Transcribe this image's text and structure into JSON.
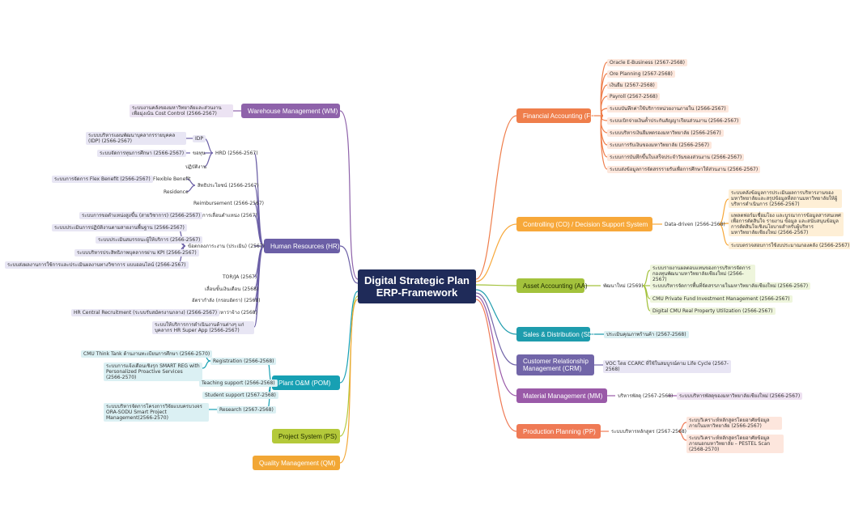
{
  "central": {
    "line1": "Digital Strategic Plan",
    "line2": "ERP-Framework"
  },
  "branches": {
    "fi": {
      "label": "Financial Accounting (FI)",
      "items": [
        "Oracle E-Business (2567-2568)",
        "Ore Planning (2567-2568)",
        "เงินยืม (2567-2568)",
        "Payroll (2567-2568)",
        "ระบบบันทึกค่าใช้บริการหน่วยงานภายใน (2566-2567)",
        "ระบบเบิกจ่ายเงินค้ำประกันสัญญาเรียนส่วนงาน (2566-2567)",
        "ระบบบริหารเงินยืมทดรองมหาวิทยาลัย (2566-2567)",
        "ระบบการรับเงินของมหาวิทยาลัย (2566-2567)",
        "ระบบการบันทึกขึ้นใบเสร็จประจำวันของส่วนงาน (2566-2567)",
        "ระบบส่งข้อมูลการจัดสรรรายรับเพื่อการศึกษาให้ส่วนงาน (2566-2567)"
      ]
    },
    "co": {
      "label": "Controlling (CO) / Decision Support System",
      "sub": "Data-driven (2566-2568)",
      "items": [
        "ระบบคลังข้อมูลการประเมินผลการบริหารงานของมหาวิทยาลัยและสรุปข้อมูลที่สถานมหาวิทยาลัยให้ผู้บริหารดำเนินการ (2566-2567)",
        "แพลตฟอร์มเชื่อมโยง และบูรณาการข้อมูลสารสนเทศเพื่อการตัดสินใจ รายงาน ข้อมูล และสนับสนุนข้อมูลการตัดสินใจเชิงนโยบายสำหรับผู้บริหาร มหาวิทยาลัยเชียงใหม่ (2566-2567)",
        "ระบบตรวจสอบการใช้งบประมาณกองคลัง (2566-2567)"
      ]
    },
    "aa": {
      "label": "Asset Accounting (AA)",
      "sub": "พัฒนาใหม่ (2569)",
      "items": [
        "ระบบรายงานผลตอบแทนของการบริหารจัดการกองทุนพัฒนามหาวิทยาลัยเชียงใหม่ (2566-2567)",
        "ระบบบริหารจัดการพื้นที่จัดสรรภายในมหาวิทยาลัยเชียงใหม่ (2566-2567)",
        "CMU Private Fund Investment Management (2566-2567)",
        "Digital CMU Real Property Utilization (2566-2567)"
      ]
    },
    "sd": {
      "label": "Sales & Distribution (SD)",
      "sub": "ประเมินคุณภาพร้านค้า (2567-2568)"
    },
    "crm": {
      "label1": "Customer Relationship",
      "label2": "Management (CRM)",
      "sub": "VOC โดย CCARC ที่ใช้ในสมบูรณ์ตาม Life Cycle (2567-2568)"
    },
    "mm": {
      "label": "Material Management (MM)",
      "sub": "บริหารพัสดุ (2567-2568)",
      "item": "ระบบบริหารพัสดุของมหาวิทยาลัยเชียงใหม่ (2566-2567)"
    },
    "pp": {
      "label": "Production Planning (PP)",
      "sub": "ระบบบริหารหลักสูตร (2567-2568)",
      "items": [
        "ระบบวิเคราะห์หลักสูตรโดยอาศัยข้อมูลภายในมหาวิทยาลัย (2566-2567)",
        "ระบบวิเคราะห์หลักสูตรโดยอาศัยข้อมูลภายนอกมหาวิทยาลัย – PESTEL Scan (2568-2570)"
      ]
    },
    "wm": {
      "label": "Warehouse Management (WM)",
      "item": "ระบบงานคลังของมหาวิทยาลัยและส่วนงาน เพื่อมุ่งเน้น Cost Control (2566-2567)"
    },
    "hr": {
      "label": "Human Resources (HR)",
      "hrd": "HRD (2566-2567)",
      "idp": "IDP",
      "idp_item": "ระบบบริหารแผนพัฒนาบุคลากรรายบุคคล (IDP) (2566-2567)",
      "edu": "ขอทุน",
      "edu_item": "ระบบจัดการทุนการศึกษา (2566-2567)",
      "training": "ปฏิบัติงาน",
      "welfare": "สิทธิประโยชน์ (2566-2567)",
      "flex": "Flexible Benefit",
      "flex_item": "ระบบการจัดการ Flex Benefit (2566-2567)",
      "residence": "Residence",
      "reimb": "Reimbursement (2566-2567)",
      "position": "การเลื่อนตำแหน่ง (2567)",
      "position_item": "ระบบการขอตำแหน่งสูงขึ้น (สายวิชาการ) (2566-2567)",
      "perf": "ข้อตกลงภาระงาน (ประเมิน) (2567)",
      "perf_items": [
        "ระบบประเมินการปฏิบัติงานตามสายงานพื้นฐาน (2566-2567)",
        "ระบบประเมินสมรรถนะผู้ให้บริการ (2566-2567)",
        "ระบบบริหารประสิทธิภาพบุคลากรผ่าน KPI (2566-2567)",
        "ระบบส่งผลงานการใช้การและประเมินผลงานทางวิชาการ แบบออนไลน์ (2566-2567)"
      ],
      "tor": "TOR/JA (2567)",
      "promote": "เลื่อนขั้นเงินเดือน (2568)",
      "manpower": "อัตรากำลัง (กรอบอัตรา) (2568)",
      "recruit": "สรรหาว่าจ้าง (2568)",
      "recruit_item": "HR Central Recruitment (ระบบรับสมัครงานกลาง) (2566-2567)",
      "superapp": "ระบบให้บริการการดำเนินงานด้านต่างๆ แก่บุคลากร HR Super App (2566-2567)"
    },
    "pom": {
      "label": "Plant O&M (POM)",
      "reg": "Registration (2566-2568)",
      "reg_items": [
        "CMU Think Tank ด้านงานทะเบียนการศึกษา (2566-2570)",
        "ระบบการแจ้งเตือนเชิงรุก SMART REG with Personalized Proactive Services (2566-2570)"
      ],
      "teach": "Teaching support (2566-2568)",
      "student": "Student support (2567-2568)",
      "research": "Research (2567-2568)",
      "research_item": "ระบบบริหารจัดการโครงการวิจัยแบบครบวงจร ORA-SODU Smart Project Management(2566-2570)"
    },
    "ps": {
      "label": "Project System (PS)"
    },
    "qm": {
      "label": "Quality Management (QM)"
    }
  },
  "colors": {
    "central": "#1f2b59",
    "fi": "#ef7e4b",
    "co": "#f7a83a",
    "aa": "#a3c23c",
    "sd": "#1e9cad",
    "crm": "#7165a8",
    "mm": "#9a5aa8",
    "pp": "#ef7a55",
    "wm": "#8e62aa",
    "hr": "#6b5fa6",
    "pom": "#17a0b3",
    "ps": "#b4c93a",
    "qm": "#f2a735"
  }
}
